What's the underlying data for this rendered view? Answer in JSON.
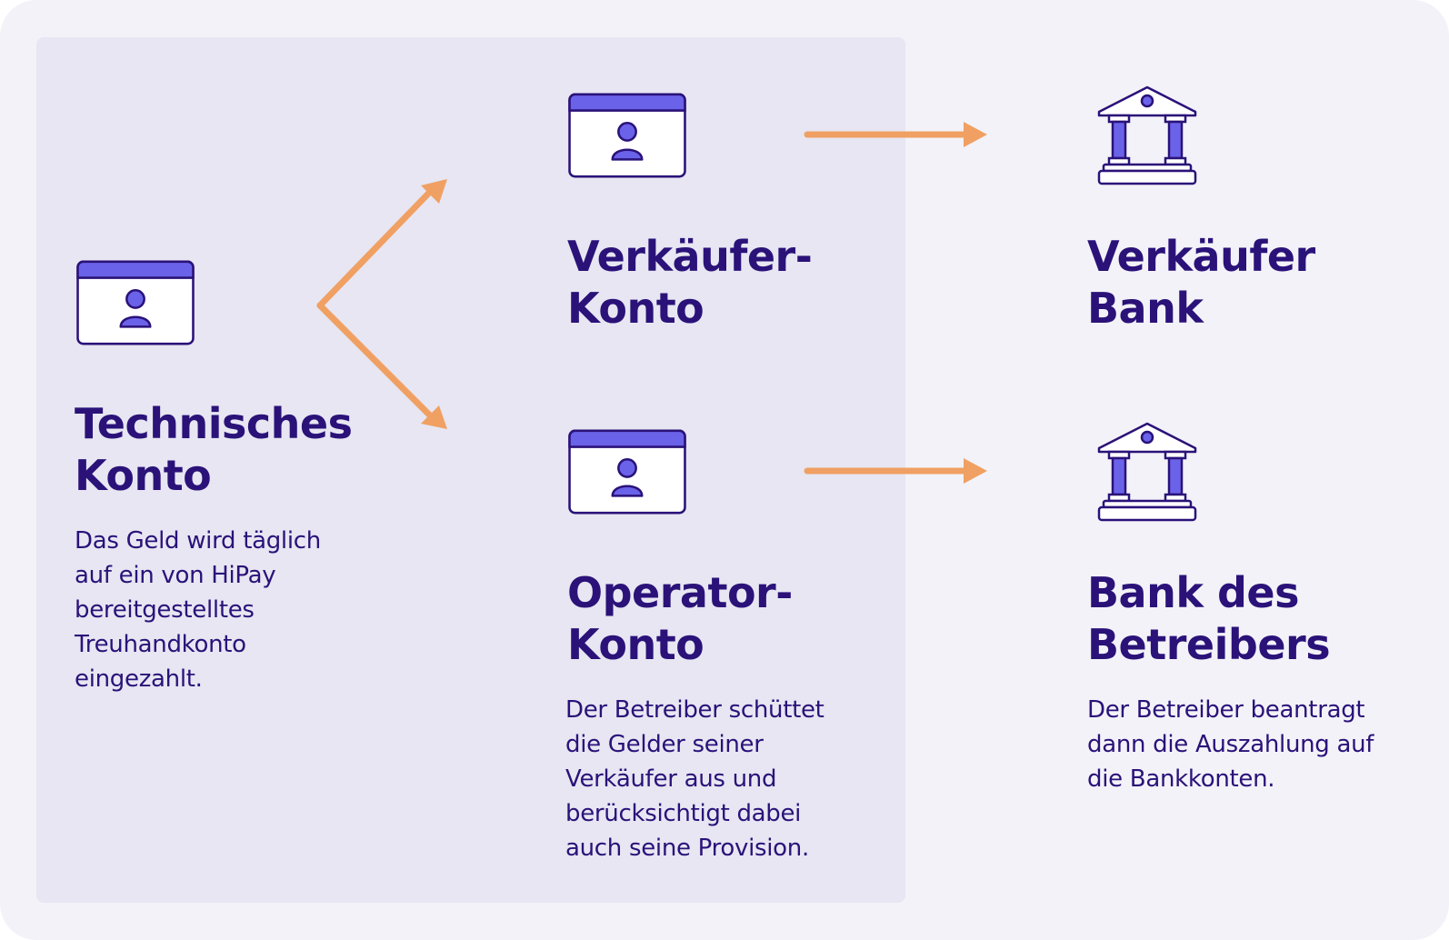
{
  "colors": {
    "outer_background": "#f3f2f8",
    "panel_background": "#e7e6f2",
    "text_primary": "#2a1279",
    "icon_stroke": "#2a1279",
    "icon_fill": "#6a62e8",
    "arrow": "#f0a063"
  },
  "nodes": {
    "technical": {
      "title_line1": "Technisches",
      "title_line2": "Konto",
      "description": "Das Geld wird täglich auf ein von HiPay bereitgestelltes Treuhandkonto eingezahlt.",
      "icon": "account-card-icon"
    },
    "seller_account": {
      "title_line1": "Verkäufer-",
      "title_line2": "Konto",
      "icon": "account-card-icon"
    },
    "operator_account": {
      "title_line1": "Operator-",
      "title_line2": "Konto",
      "description": "Der Betreiber schüttet die Gelder seiner Verkäufer aus und berücksichtigt dabei auch seine Provision.",
      "icon": "account-card-icon"
    },
    "seller_bank": {
      "title_line1": "Verkäufer",
      "title_line2": "Bank",
      "icon": "bank-building-icon"
    },
    "operator_bank": {
      "title_line1": "Bank des",
      "title_line2": "Betreibers",
      "description": "Der Betreiber beantragt dann die Auszahlung auf die Bankkonten.",
      "icon": "bank-building-icon"
    }
  },
  "edges": [
    {
      "from": "technical",
      "to": "seller_account"
    },
    {
      "from": "technical",
      "to": "operator_account"
    },
    {
      "from": "seller_account",
      "to": "seller_bank"
    },
    {
      "from": "operator_account",
      "to": "operator_bank"
    }
  ]
}
